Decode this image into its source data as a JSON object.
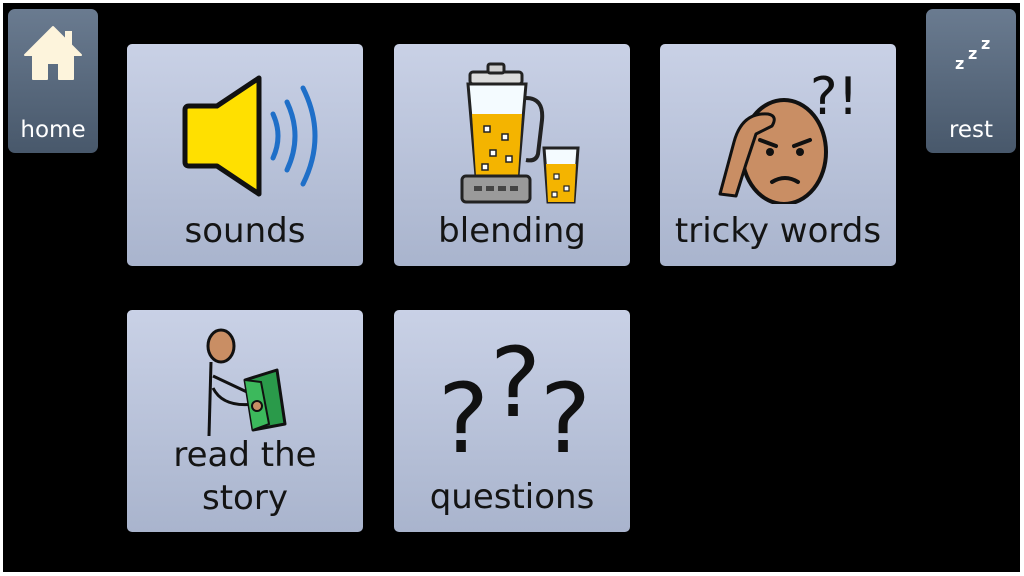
{
  "nav": {
    "home_label": "home",
    "rest_label": "rest",
    "home_icon": "house-icon",
    "rest_icon": "sleep-zzz-icon"
  },
  "tiles": [
    {
      "label": "sounds",
      "icon": "speaker-icon"
    },
    {
      "label": "blending",
      "icon": "blender-icon"
    },
    {
      "label": "tricky words",
      "icon": "confused-face-icon"
    },
    {
      "label": "read the story",
      "icon": "person-reading-book-icon"
    },
    {
      "label": "questions",
      "icon": "question-marks-icon"
    }
  ],
  "rest_glyph": "zzz",
  "colors": {
    "background": "#000000",
    "tile": "#b8c1d8",
    "nav_button": "#5a6a7e",
    "speaker_yellow": "#ffe000",
    "sound_waves": "#1f6fc8",
    "book_green": "#2a9a4a"
  }
}
